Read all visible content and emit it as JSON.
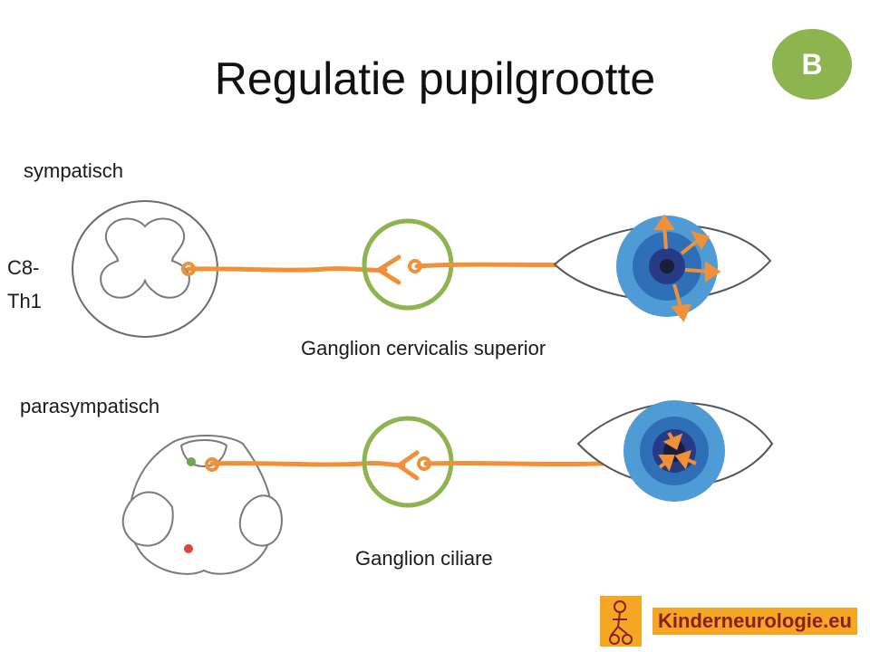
{
  "title": "Regulatie pupilgrootte",
  "badge": "B",
  "labels": {
    "sympathetic": "sympatisch",
    "level_line1": "C8-",
    "level_line2": "Th1",
    "ganglion_cervical": "Ganglion cervicalis superior",
    "parasympathetic": "parasympatisch",
    "ganglion_ciliary": "Ganglion ciliare"
  },
  "logo": {
    "text": "Kinderneurologie.eu"
  },
  "colors": {
    "pathway": "#f0913a",
    "ganglion_ring": "#8db54f",
    "iris_blue": "#3f86c8",
    "pupil": "#1a1e3a",
    "badge": "#8db54f",
    "logo_bg": "#f5a623",
    "logo_text": "#8b1d1d"
  }
}
